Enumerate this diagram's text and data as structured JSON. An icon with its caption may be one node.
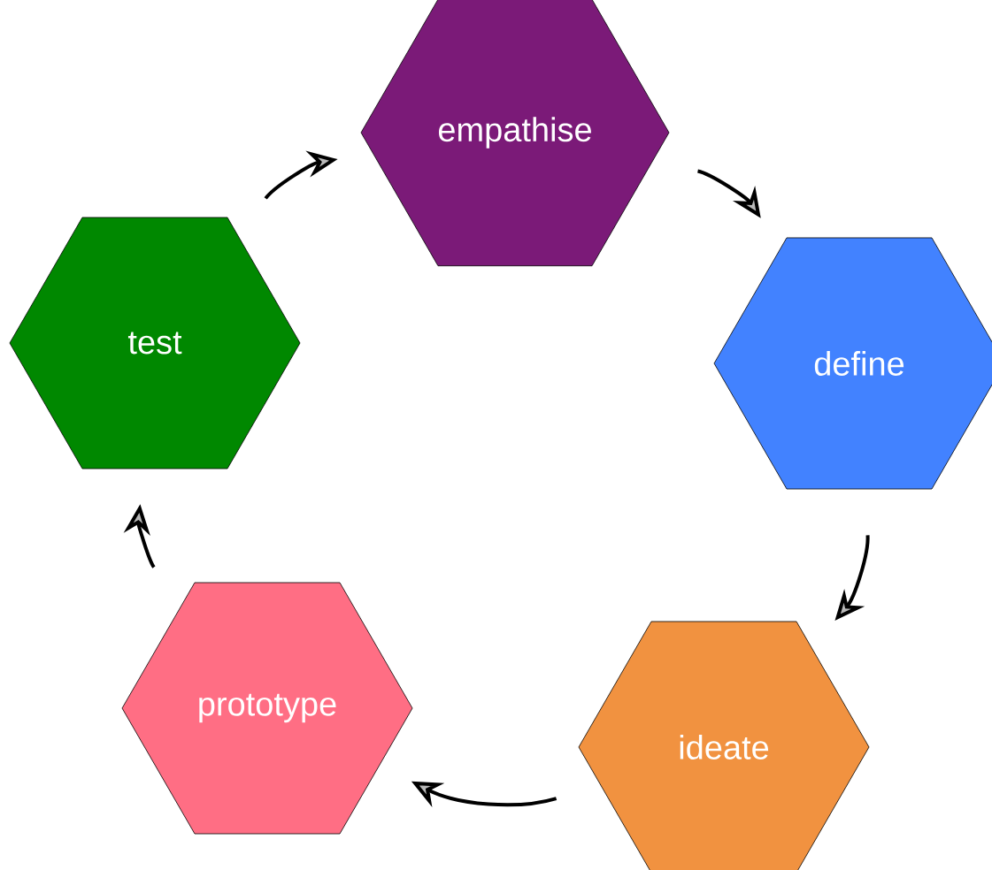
{
  "diagram": {
    "nodes": [
      {
        "text": [
          "empathise"
        ]
      },
      {
        "text": [
          "define"
        ]
      },
      {
        "text": [
          "ideate"
        ]
      },
      {
        "text": [
          "prototype"
        ]
      },
      {
        "text": [
          "test"
        ]
      }
    ],
    "edges": [
      {
        "from": 0,
        "to": 1,
        "arrow": "to"
      },
      {
        "from": 1,
        "to": 2,
        "arrow": "to"
      },
      {
        "from": 2,
        "to": 3,
        "arrow": "to"
      },
      {
        "from": 3,
        "to": 4,
        "arrow": "to"
      },
      {
        "from": 4,
        "to": 0,
        "arrow": "to"
      }
    ]
  }
}
